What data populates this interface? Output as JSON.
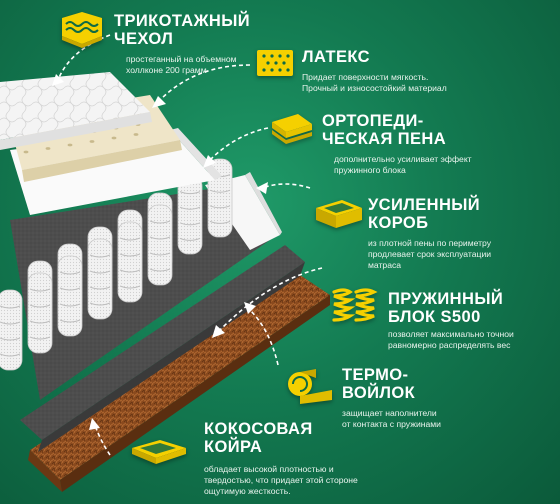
{
  "features": {
    "cover": {
      "title_1": "ТРИКОТАЖНЫЙ",
      "title_2": "ЧЕХОЛ",
      "desc_1": "простеганный на объемном",
      "desc_2": "холлконе 200 грамм",
      "icon": "quilted-fabric-icon"
    },
    "latex": {
      "title_1": "ЛАТЕКС",
      "desc_1": "Придает поверхности мягкость.",
      "desc_2": "Прочный и износостойкий материал",
      "icon": "latex-block-icon"
    },
    "ortho_foam": {
      "title_1": "ОРТОПЕДИ-",
      "title_2": "ЧЕСКАЯ ПЕНА",
      "desc_1": "дополнительно усиливает эффект",
      "desc_2": "пружинного блока",
      "icon": "foam-layers-icon"
    },
    "box": {
      "title_1": "УСИЛЕННЫЙ",
      "title_2": "КОРОБ",
      "desc_1": "из плотной пены по периметру",
      "desc_2": "продлевает срок эксплуатации",
      "desc_3": "матраса",
      "icon": "mattress-box-icon"
    },
    "springs": {
      "title_1": "ПРУЖИННЫЙ",
      "title_2": "БЛОК S500",
      "desc_1": "позволяет максимально точнои",
      "desc_2": "равномерно распределять вес",
      "icon": "springs-icon"
    },
    "felt": {
      "title_1": "ТЕРМО-",
      "title_2": "ВОЙЛОК",
      "desc_1": "защищает наполнители",
      "desc_2": "от контакта с пружинами",
      "icon": "felt-roll-icon"
    },
    "coconut": {
      "title_1": "КОКОСОВАЯ",
      "title_2": "КОЙРА",
      "desc_1": "обладает высокой плотностью и",
      "desc_2": "твердостью, что придает этой стороне",
      "desc_3": "ощутимую жесткость.",
      "icon": "coconut-coir-icon"
    }
  },
  "colors": {
    "accent": "#f5d000",
    "bg_dark": "#0b5a3a",
    "bg_light": "#1f9a68",
    "coir": "#8a4a1e",
    "felt": "#4a4a4a"
  }
}
